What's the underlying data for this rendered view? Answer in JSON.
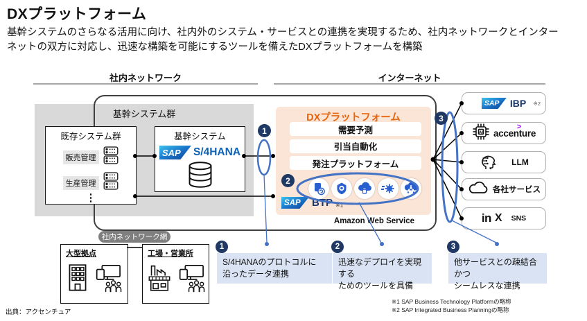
{
  "page": {
    "title": "DXプラットフォーム",
    "subtitle_line1": "基幹システムのさらなる活用に向け、社内外のシステム・サービスとの連携を実現するため、社内ネットワークとインター",
    "subtitle_line2": "ネットの双方に対応し、迅速な構築を可能にするツールを備えたDXプラットフォームを構築",
    "source": "出典：アクセンチュア"
  },
  "zones": {
    "internal": "社内ネットワーク",
    "internet": "インターネット"
  },
  "core_group": {
    "label": "基幹システム群",
    "legacy": {
      "title": "既存システム群",
      "chips": [
        "販売管理",
        "生産管理"
      ],
      "more": "⋮"
    },
    "core": {
      "title": "基幹システム",
      "sap": "SAP",
      "product": "S/4HANA"
    }
  },
  "dx": {
    "title": "DXプラットフォーム",
    "bars": [
      "需要予測",
      "引当自動化",
      "発注プラットフォーム"
    ],
    "sap": "SAP",
    "btp": "BTP",
    "btp_note": "※1",
    "aws": "Amazon Web Service",
    "tool_icons": [
      "document-sync-icon",
      "shield-badge-icon",
      "cloud-database-icon",
      "gear-speed-icon",
      "cloud-network-icon"
    ]
  },
  "network_pill": "社内ネットワーク網",
  "sites": [
    {
      "title": "大型拠点"
    },
    {
      "title": "工場・営業所"
    }
  ],
  "services": [
    {
      "sap": "SAP",
      "name": "IBP",
      "note": "※2"
    },
    {
      "name": "accenture",
      "accent": ">"
    },
    {
      "name": "LLM"
    },
    {
      "name": "各社サービス"
    },
    {
      "name": "SNS",
      "logo1": "in",
      "logo2": "X"
    }
  ],
  "badges": {
    "b1": "1",
    "b2": "2",
    "b3": "3"
  },
  "callouts": [
    {
      "n": "1",
      "line1": "S/4HANAのプロトコルに",
      "line2": "沿ったデータ連携"
    },
    {
      "n": "2",
      "line1": "迅速なデプロイを実現する",
      "line2": "ためのツールを具備"
    },
    {
      "n": "3",
      "line1": "他サービスとの疎結合かつ",
      "line2": "シームレスな連携"
    }
  ],
  "footnotes": {
    "f1": "※1 SAP Business Technology Platformの略称",
    "f2": "※2 SAP Integrated Business Planningの略称"
  },
  "colors": {
    "accent_orange": "#e8650f",
    "badge_navy": "#1f3864",
    "connector_blue": "#4472c4",
    "peach_bg": "#fbe5d6",
    "gray_box": "#d9d9d9",
    "callout_bg": "#dae3f3",
    "sap_text_blue": "#0f62b5",
    "btp_navy": "#17366d",
    "accenture_purple": "#a100ff"
  }
}
